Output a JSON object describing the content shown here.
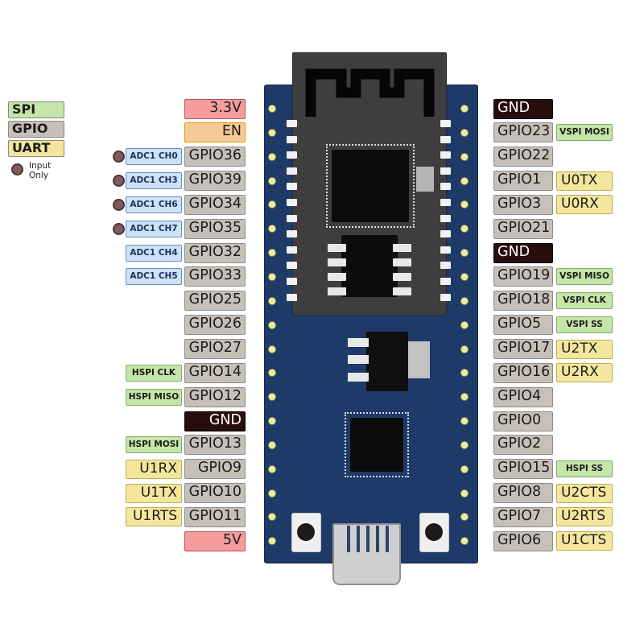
{
  "legend": {
    "items": [
      {
        "label": "SPI",
        "type": "spi"
      },
      {
        "label": "GPIO",
        "type": "gpio"
      },
      {
        "label": "UART",
        "type": "uart"
      }
    ],
    "input_only_label": "Input\nOnly"
  },
  "left_pins": [
    {
      "name": "3.3V",
      "type": "power"
    },
    {
      "name": "EN",
      "type": "en"
    },
    {
      "name": "GPIO36",
      "type": "gpio",
      "func": "ADC1 CH0",
      "func_type": "adc",
      "input_only": true
    },
    {
      "name": "GPIO39",
      "type": "gpio",
      "func": "ADC1 CH3",
      "func_type": "adc",
      "input_only": true
    },
    {
      "name": "GPIO34",
      "type": "gpio",
      "func": "ADC1 CH6",
      "func_type": "adc",
      "input_only": true
    },
    {
      "name": "GPIO35",
      "type": "gpio",
      "func": "ADC1 CH7",
      "func_type": "adc",
      "input_only": true
    },
    {
      "name": "GPIO32",
      "type": "gpio",
      "func": "ADC1 CH4",
      "func_type": "adc"
    },
    {
      "name": "GPIO33",
      "type": "gpio",
      "func": "ADC1 CH5",
      "func_type": "adc"
    },
    {
      "name": "GPIO25",
      "type": "gpio"
    },
    {
      "name": "GPIO26",
      "type": "gpio"
    },
    {
      "name": "GPIO27",
      "type": "gpio"
    },
    {
      "name": "GPIO14",
      "type": "gpio",
      "func": "HSPI CLK",
      "func_type": "spi"
    },
    {
      "name": "GPIO12",
      "type": "gpio",
      "func": "HSPI MISO",
      "func_type": "spi"
    },
    {
      "name": "GND",
      "type": "gnd"
    },
    {
      "name": "GPIO13",
      "type": "gpio",
      "func": "HSPI MOSI",
      "func_type": "spi"
    },
    {
      "name": "GPIO9",
      "type": "gpio",
      "func": "U1RX",
      "func_type": "uart"
    },
    {
      "name": "GPIO10",
      "type": "gpio",
      "func": "U1TX",
      "func_type": "uart"
    },
    {
      "name": "GPIO11",
      "type": "gpio",
      "func": "U1RTS",
      "func_type": "uart"
    },
    {
      "name": "5V",
      "type": "power"
    }
  ],
  "right_pins": [
    {
      "name": "GND",
      "type": "gnd"
    },
    {
      "name": "GPIO23",
      "type": "gpio",
      "func": "VSPI MOSI",
      "func_type": "spi"
    },
    {
      "name": "GPIO22",
      "type": "gpio"
    },
    {
      "name": "GPIO1",
      "type": "gpio",
      "func": "U0TX",
      "func_type": "uart"
    },
    {
      "name": "GPIO3",
      "type": "gpio",
      "func": "U0RX",
      "func_type": "uart"
    },
    {
      "name": "GPIO21",
      "type": "gpio"
    },
    {
      "name": "GND",
      "type": "gnd"
    },
    {
      "name": "GPIO19",
      "type": "gpio",
      "func": "VSPI MISO",
      "func_type": "spi"
    },
    {
      "name": "GPIO18",
      "type": "gpio",
      "func": "VSPI CLK",
      "func_type": "spi"
    },
    {
      "name": "GPIO5",
      "type": "gpio",
      "func": "VSPI SS",
      "func_type": "spi"
    },
    {
      "name": "GPIO17",
      "type": "gpio",
      "func": "U2TX",
      "func_type": "uart"
    },
    {
      "name": "GPIO16",
      "type": "gpio",
      "func": "U2RX",
      "func_type": "uart"
    },
    {
      "name": "GPIO4",
      "type": "gpio"
    },
    {
      "name": "GPIO0",
      "type": "gpio"
    },
    {
      "name": "GPIO2",
      "type": "gpio"
    },
    {
      "name": "GPIO15",
      "type": "gpio",
      "func": "HSPI SS",
      "func_type": "spi"
    },
    {
      "name": "GPIO8",
      "type": "gpio",
      "func": "U2CTS",
      "func_type": "uart"
    },
    {
      "name": "GPIO7",
      "type": "gpio",
      "func": "U2RTS",
      "func_type": "uart"
    },
    {
      "name": "GPIO6",
      "type": "gpio",
      "func": "U1CTS",
      "func_type": "uart"
    }
  ],
  "colors": {
    "pcb": "#1d3a68",
    "module": "#3e3e3e",
    "chip": "#0c0c0c",
    "hole": "#edeca5",
    "usb": "#cfcfcf",
    "type_power_bg": "#f59c9c",
    "type_power_border": "#b85450",
    "type_en_bg": "#f8c998",
    "type_en_border": "#d79b00",
    "type_gpio_bg": "#c7c0b8",
    "type_gpio_border": "#8c8c8c",
    "type_gnd_bg": "#290d0d",
    "type_spi_bg": "#c4e6a8",
    "type_spi_border": "#84a96b",
    "type_uart_bg": "#f4e69c",
    "type_uart_border": "#bfae54",
    "type_adc_bg": "#cfe2f5",
    "type_adc_border": "#5c8fce",
    "input_only_dot": "#7d5b5b"
  }
}
